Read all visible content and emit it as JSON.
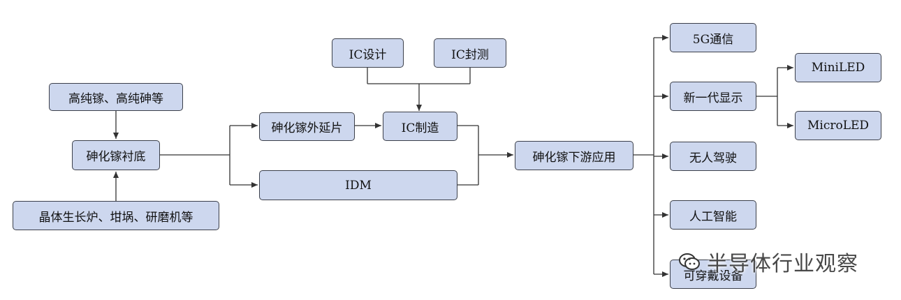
{
  "nodes": {
    "high_purity": "高纯镓、高纯砷等",
    "substrate": "砷化镓衬底",
    "equipment": "晶体生长炉、坩埚、研磨机等",
    "epi_wafer": "砷化镓外延片",
    "idm": "IDM",
    "ic_design": "IC设计",
    "ic_packaging": "IC封测",
    "ic_manufacturing": "IC制造",
    "downstream": "砷化镓下游应用",
    "app_5g": "5G通信",
    "app_display": "新一代显示",
    "app_autonomous": "无人驾驶",
    "app_ai": "人工智能",
    "app_wearable": "可穿戴设备",
    "mini_led": "MiniLED",
    "micro_led": "MicroLED"
  },
  "watermark": {
    "text": "半导体行业观察",
    "icon": "wechat-icon"
  },
  "colors": {
    "box_fill": "#cdd7ee",
    "box_border": "#3b3f4a",
    "line": "#333333"
  }
}
